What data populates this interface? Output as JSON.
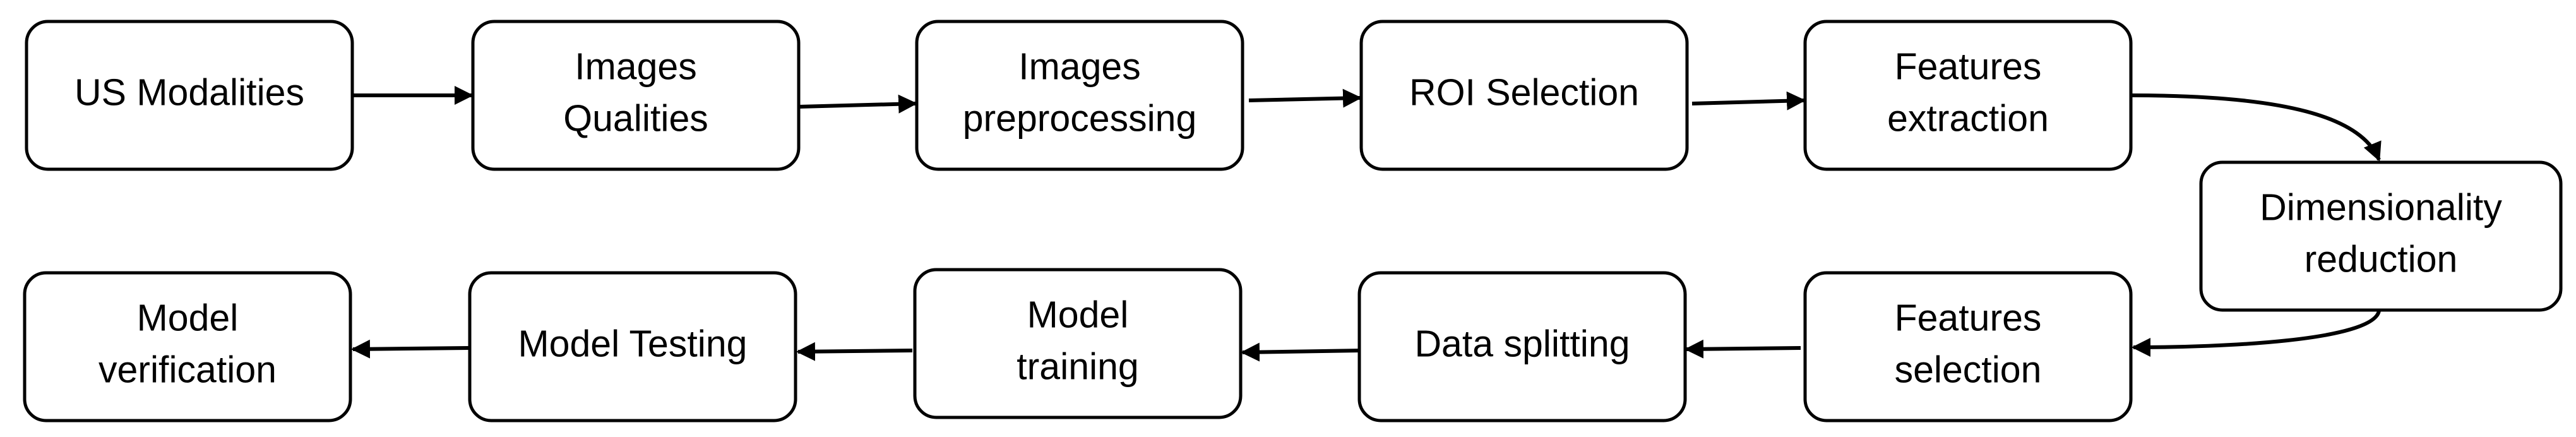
{
  "diagram": {
    "nodes": [
      {
        "id": "us-modalities",
        "lines": [
          "US Modalities"
        ]
      },
      {
        "id": "images-qualities",
        "lines": [
          "Images",
          "Qualities"
        ]
      },
      {
        "id": "images-preprocessing",
        "lines": [
          "Images",
          "preprocessing"
        ]
      },
      {
        "id": "roi-selection",
        "lines": [
          "ROI Selection"
        ]
      },
      {
        "id": "features-extraction",
        "lines": [
          "Features",
          "extraction"
        ]
      },
      {
        "id": "dimensionality-reduction",
        "lines": [
          "Dimensionality",
          "reduction"
        ]
      },
      {
        "id": "features-selection",
        "lines": [
          "Features",
          "selection"
        ]
      },
      {
        "id": "data-splitting",
        "lines": [
          "Data splitting"
        ]
      },
      {
        "id": "model-training",
        "lines": [
          "Model",
          "training"
        ]
      },
      {
        "id": "model-testing",
        "lines": [
          "Model Testing"
        ]
      },
      {
        "id": "model-verification",
        "lines": [
          "Model",
          "verification"
        ]
      }
    ],
    "edges": [
      {
        "from": "us-modalities",
        "to": "images-qualities"
      },
      {
        "from": "images-qualities",
        "to": "images-preprocessing"
      },
      {
        "from": "images-preprocessing",
        "to": "roi-selection"
      },
      {
        "from": "roi-selection",
        "to": "features-extraction"
      },
      {
        "from": "features-extraction",
        "to": "dimensionality-reduction"
      },
      {
        "from": "dimensionality-reduction",
        "to": "features-selection"
      },
      {
        "from": "features-selection",
        "to": "data-splitting"
      },
      {
        "from": "data-splitting",
        "to": "model-training"
      },
      {
        "from": "model-training",
        "to": "model-testing"
      },
      {
        "from": "model-testing",
        "to": "model-verification"
      }
    ]
  }
}
